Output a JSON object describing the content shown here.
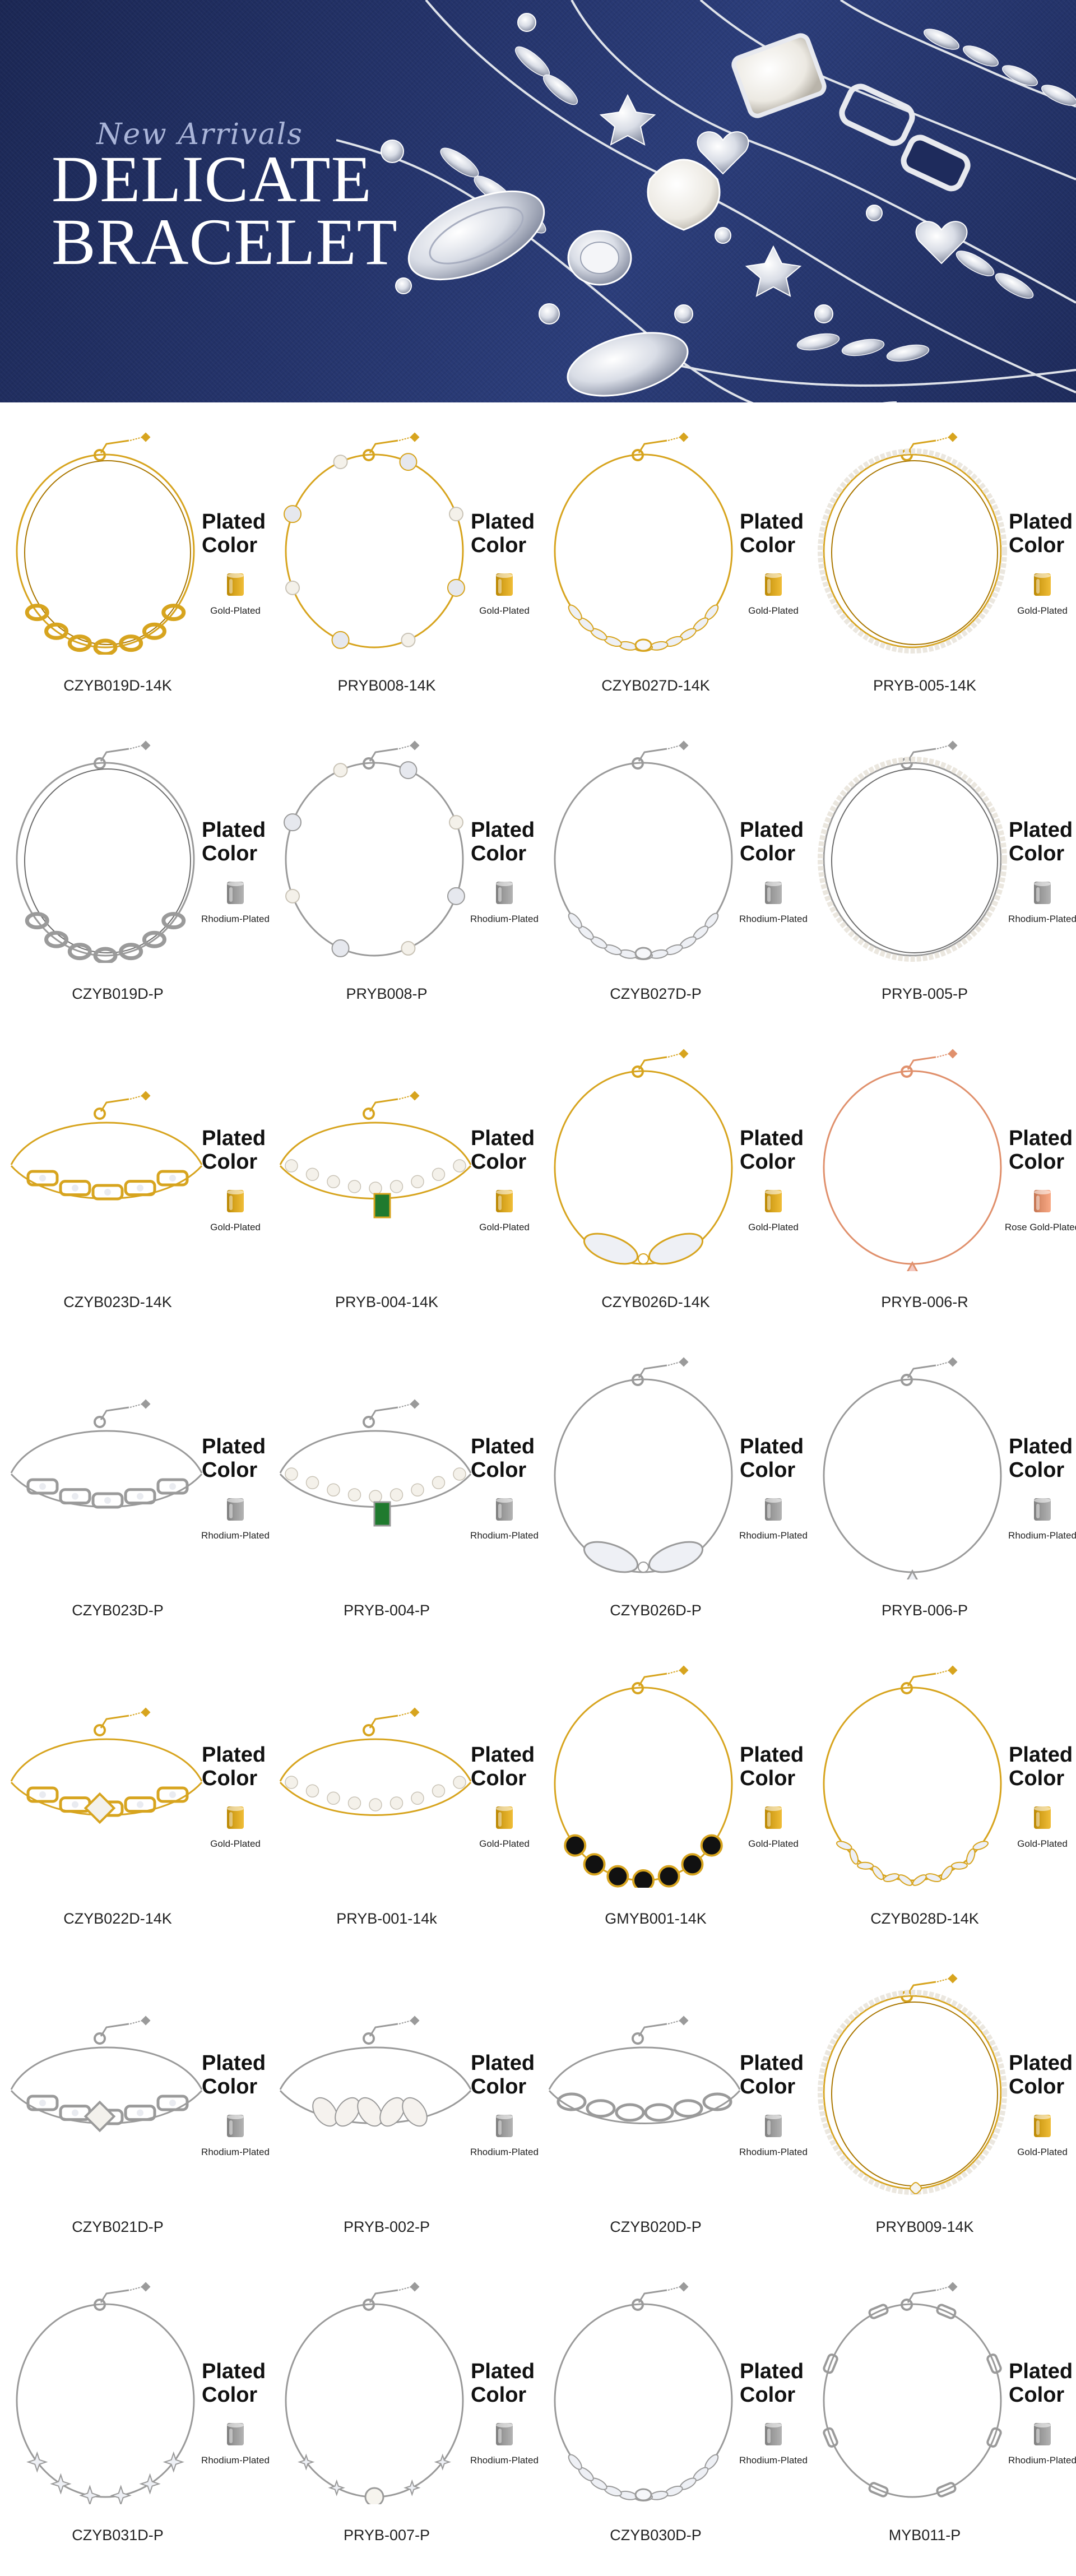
{
  "hero": {
    "script": "New Arrivals",
    "title_line1": "DELICATE",
    "title_line2": "BRACELET"
  },
  "plated_label": [
    "Plated",
    "Color"
  ],
  "colors": {
    "gold": "#d7a41e",
    "rhodium": "#9a9a9a",
    "rose": "#e0906c",
    "banner": "#24336a"
  },
  "products": [
    {
      "code": "CZYB019D-14K",
      "plating": "Gold-Plated",
      "metal": "gold",
      "style": "link-chain"
    },
    {
      "code": "PRYB008-14K",
      "plating": "Gold-Plated",
      "metal": "gold",
      "style": "pearl-station"
    },
    {
      "code": "CZYB027D-14K",
      "plating": "Gold-Plated",
      "metal": "gold",
      "style": "leaf-vine"
    },
    {
      "code": "PRYB-005-14K",
      "plating": "Gold-Plated",
      "metal": "gold",
      "style": "pearl-strand"
    },
    {
      "code": "CZYB019D-P",
      "plating": "Rhodium-Plated",
      "metal": "rhodium",
      "style": "link-chain"
    },
    {
      "code": "PRYB008-P",
      "plating": "Rhodium-Plated",
      "metal": "rhodium",
      "style": "pearl-station"
    },
    {
      "code": "CZYB027D-P",
      "plating": "Rhodium-Plated",
      "metal": "rhodium",
      "style": "leaf-vine"
    },
    {
      "code": "PRYB-005-P",
      "plating": "Rhodium-Plated",
      "metal": "rhodium",
      "style": "pearl-strand"
    },
    {
      "code": "CZYB023D-14K",
      "plating": "Gold-Plated",
      "metal": "gold",
      "style": "bar-flat"
    },
    {
      "code": "PRYB-004-14K",
      "plating": "Gold-Plated",
      "metal": "gold",
      "style": "pearl-emerald"
    },
    {
      "code": "CZYB026D-14K",
      "plating": "Gold-Plated",
      "metal": "gold",
      "style": "wing"
    },
    {
      "code": "PRYB-006-R",
      "plating": "Rose Gold-Plated",
      "metal": "rose",
      "style": "fishtail"
    },
    {
      "code": "CZYB023D-P",
      "plating": "Rhodium-Plated",
      "metal": "rhodium",
      "style": "bar-flat"
    },
    {
      "code": "PRYB-004-P",
      "plating": "Rhodium-Plated",
      "metal": "rhodium",
      "style": "pearl-emerald"
    },
    {
      "code": "CZYB026D-P",
      "plating": "Rhodium-Plated",
      "metal": "rhodium",
      "style": "wing"
    },
    {
      "code": "PRYB-006-P",
      "plating": "Rhodium-Plated",
      "metal": "rhodium",
      "style": "fishtail"
    },
    {
      "code": "CZYB022D-14K",
      "plating": "Gold-Plated",
      "metal": "gold",
      "style": "bar-station"
    },
    {
      "code": "PRYB-001-14k",
      "plating": "Gold-Plated",
      "metal": "gold",
      "style": "bead-flat"
    },
    {
      "code": "GMYB001-14K",
      "plating": "Gold-Plated",
      "metal": "gold",
      "style": "onyx"
    },
    {
      "code": "CZYB028D-14K",
      "plating": "Gold-Plated",
      "metal": "gold",
      "style": "leaf-cluster"
    },
    {
      "code": "CZYB021D-P",
      "plating": "Rhodium-Plated",
      "metal": "rhodium",
      "style": "bar-station"
    },
    {
      "code": "PRYB-002-P",
      "plating": "Rhodium-Plated",
      "metal": "rhodium",
      "style": "petal-flat"
    },
    {
      "code": "CZYB020D-P",
      "plating": "Rhodium-Plated",
      "metal": "rhodium",
      "style": "oval-link"
    },
    {
      "code": "PRYB009-14K",
      "plating": "Gold-Plated",
      "metal": "gold",
      "style": "pearl-flower"
    },
    {
      "code": "CZYB031D-P",
      "plating": "Rhodium-Plated",
      "metal": "rhodium",
      "style": "star"
    },
    {
      "code": "PRYB-007-P",
      "plating": "Rhodium-Plated",
      "metal": "rhodium",
      "style": "shell-star"
    },
    {
      "code": "CZYB030D-P",
      "plating": "Rhodium-Plated",
      "metal": "rhodium",
      "style": "leaf-vine"
    },
    {
      "code": "MYB011-P",
      "plating": "Rhodium-Plated",
      "metal": "rhodium",
      "style": "paperclip"
    }
  ]
}
